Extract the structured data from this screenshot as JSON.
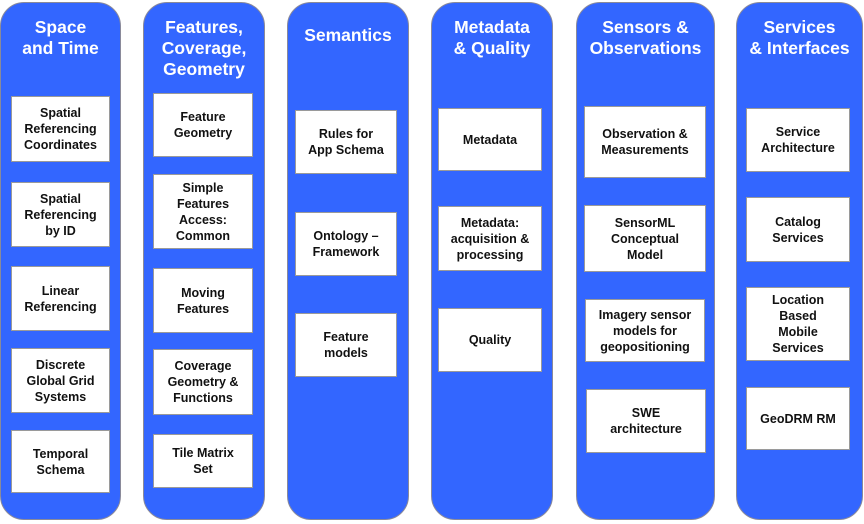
{
  "colors": {
    "column": "#3366ff",
    "box": "#ffffff"
  },
  "columns": [
    {
      "title": "Space\nand Time",
      "boxes": [
        "Spatial\nReferencing\nCoordinates",
        "Spatial\nReferencing\nby ID",
        "Linear\nReferencing",
        "Discrete\nGlobal Grid\nSystems",
        "Temporal\nSchema"
      ]
    },
    {
      "title": "Features,\nCoverage,\nGeometry",
      "boxes": [
        "Feature\nGeometry",
        "Simple\nFeatures\nAccess:\nCommon",
        "Moving\nFeatures",
        "Coverage\nGeometry &\nFunctions",
        "Tile Matrix\nSet"
      ]
    },
    {
      "title": "Semantics",
      "boxes": [
        "Rules for\nApp Schema",
        "Ontology –\nFramework",
        "Feature\nmodels"
      ]
    },
    {
      "title": "Metadata\n& Quality",
      "boxes": [
        "Metadata",
        "Metadata:\nacquisition &\nprocessing",
        "Quality"
      ]
    },
    {
      "title": "Sensors &\nObservations",
      "boxes": [
        "Observation &\nMeasurements",
        "SensorML\nConceptual\nModel",
        "Imagery sensor\nmodels for\ngeopositioning",
        "SWE\narchitecture"
      ]
    },
    {
      "title": "Services\n& Interfaces",
      "boxes": [
        "Service\nArchitecture",
        "Catalog\nServices",
        "Location\nBased\nMobile\nServices",
        "GeoDRM RM"
      ]
    }
  ]
}
